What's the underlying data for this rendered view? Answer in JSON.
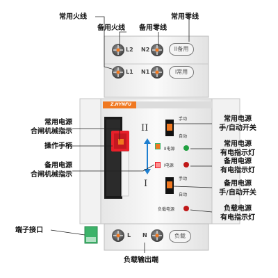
{
  "callouts": {
    "live_common": "常用火线",
    "live_backup": "备用火线",
    "neutral_backup": "备用零线",
    "neutral_common": "常用零线",
    "common_breaker_l1": "常用电源",
    "common_breaker_l2": "合闸机械指示",
    "handle": "操作手柄",
    "backup_breaker_l1": "备用电源",
    "backup_breaker_l2": "合闸机械指示",
    "terminal_port": "端子接口",
    "load_output": "负载输出端",
    "common_switch_l1": "常用电源",
    "common_switch_l2": "手/自动开关",
    "backup_ind_l1": "常用电源",
    "backup_ind_l2": "有电指示灯",
    "common_ind_l1": "备用电源",
    "common_ind_l2": "有电指示灯",
    "backup_switch_l1": "备用电源",
    "backup_switch_l2": "手/自动开关",
    "load_ind_l1": "负载电源",
    "load_ind_l2": "有电指示灯"
  },
  "device": {
    "brand": "Z.HYNFU",
    "term_top": {
      "L2": "L2",
      "N2": "N2",
      "oval": "II备用"
    },
    "term_mid": {
      "L1": "L1",
      "N1": "N1",
      "oval": "I常用"
    },
    "term_bot": {
      "L": "L",
      "N": "N",
      "oval": "负载"
    },
    "roman_top": "II",
    "roman_bot": "I",
    "manual_1": "手动",
    "auto_1": "自动",
    "ind_ii": "II电源",
    "ind_i": "I电源",
    "manual_2": "手动",
    "auto_2": "自动",
    "load_power": "负载电源"
  },
  "colors": {
    "accent_orange": "#f07820",
    "handle_red": "#e8202a",
    "indicator_green": "#20a040",
    "indicator_red": "#c01818",
    "terminal_green": "#3db36a"
  }
}
